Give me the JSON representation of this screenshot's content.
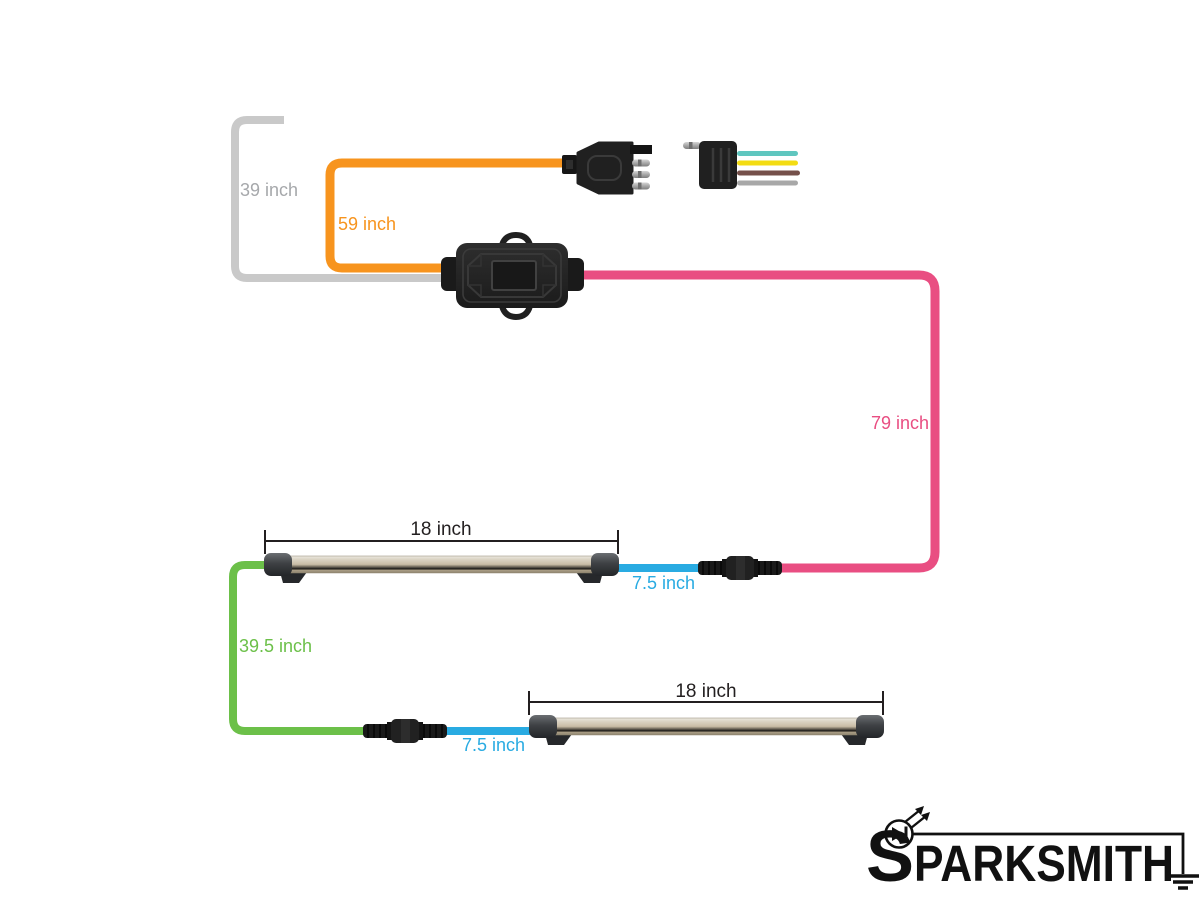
{
  "diagram": {
    "wires": [
      {
        "id": "white-extension-wire",
        "label": "39 inch",
        "color": "#C9C9C9",
        "label_color": "#A6A8AB"
      },
      {
        "id": "orange-power-wire",
        "label": "59 inch",
        "color": "#F7941E",
        "label_color": "#F7941E"
      },
      {
        "id": "pink-main-wire",
        "label": "79 inch",
        "color": "#E94E82",
        "label_color": "#E94E82"
      },
      {
        "id": "cyan-jumper-top",
        "label": "7.5 inch",
        "color": "#29ABE2",
        "label_color": "#29ABE2"
      },
      {
        "id": "green-cross-wire",
        "label": "39.5 inch",
        "color": "#6CC049",
        "label_color": "#6CC049"
      },
      {
        "id": "cyan-jumper-bottom",
        "label": "7.5 inch",
        "color": "#29ABE2",
        "label_color": "#29ABE2"
      }
    ],
    "bars": [
      {
        "label": "18 inch"
      },
      {
        "label": "18 inch"
      }
    ],
    "measure_color": "#231F20",
    "connector_wires": {
      "teal": "#5FC6BF",
      "yellow": "#F3DC13",
      "brown": "#75504A",
      "gray": "#A8A8A8"
    }
  },
  "logo": {
    "brand_first": "S",
    "brand_rest": "PARKSMITH"
  }
}
